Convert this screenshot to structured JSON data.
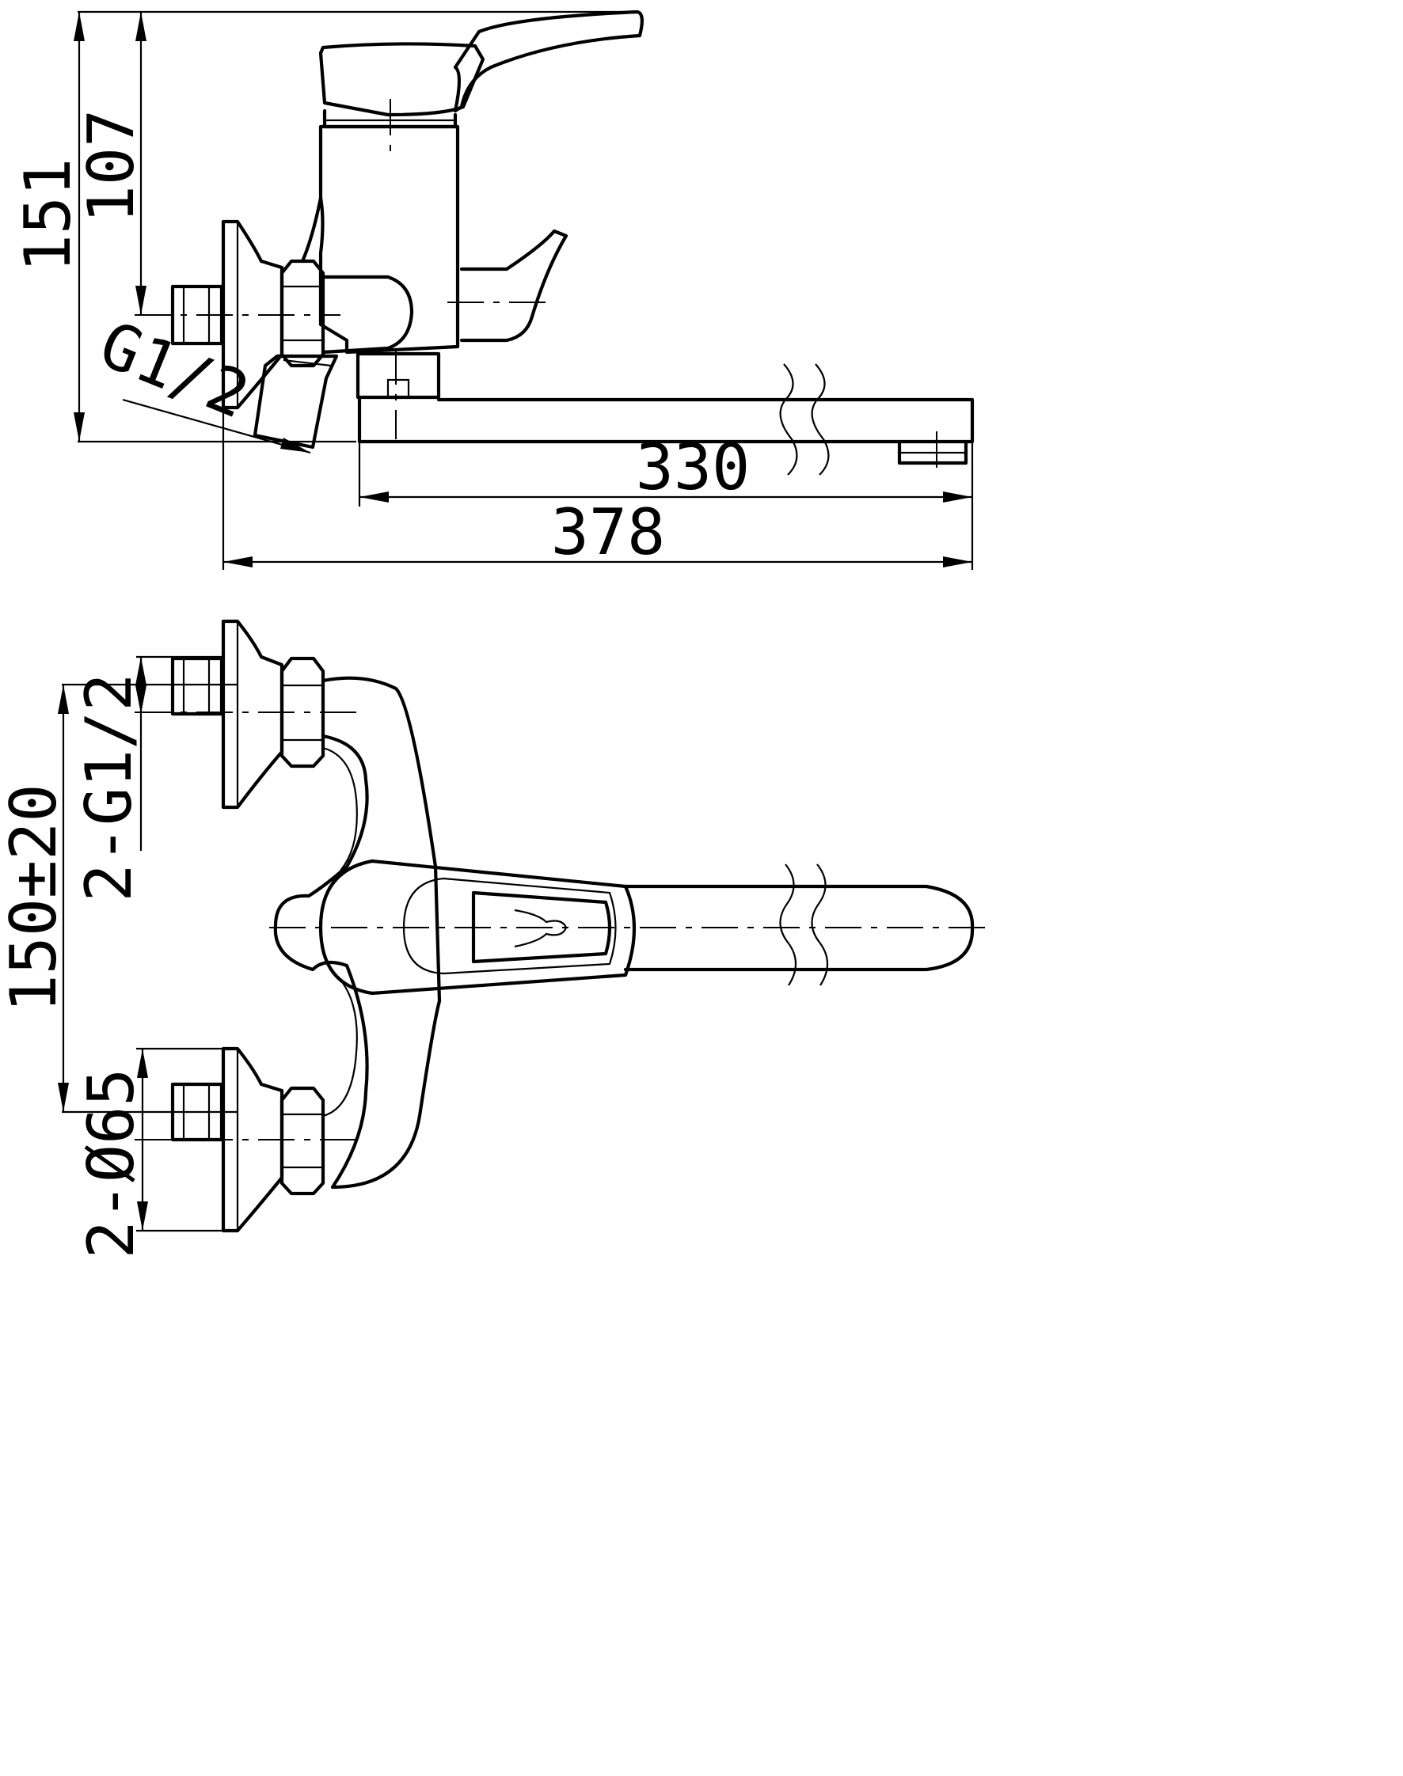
{
  "side_view": {
    "total_height": "151",
    "inlet_height": "107",
    "thread": "G1/2",
    "spout_length": "330",
    "total_length": "378"
  },
  "top_view": {
    "center_distance": "150±20",
    "inlet_threads": "2-G1/2",
    "flange_diameter": "2-Ø65"
  }
}
